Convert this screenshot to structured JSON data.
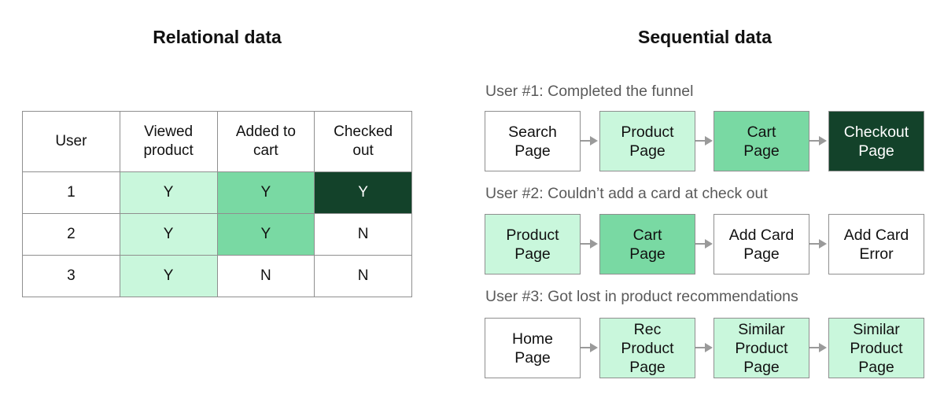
{
  "colors": {
    "light_green": "#c9f7dc",
    "mid_green": "#79d9a3",
    "dark_green": "#13422a",
    "white": "#ffffff",
    "border": "#8f8f8f",
    "label_gray": "#5a5a5a"
  },
  "relational": {
    "title": "Relational data",
    "headers": [
      "User",
      "Viewed\nproduct",
      "Added to\ncart",
      "Checked\nout"
    ],
    "rows": [
      {
        "cells": [
          "1",
          "Y",
          "Y",
          "Y"
        ],
        "fills": [
          "white",
          "light_green",
          "mid_green",
          "dark_green"
        ]
      },
      {
        "cells": [
          "2",
          "Y",
          "Y",
          "N"
        ],
        "fills": [
          "white",
          "light_green",
          "mid_green",
          "white"
        ]
      },
      {
        "cells": [
          "3",
          "Y",
          "N",
          "N"
        ],
        "fills": [
          "white",
          "light_green",
          "white",
          "white"
        ]
      }
    ]
  },
  "sequential": {
    "title": "Sequential data",
    "users": [
      {
        "label": "User #1: Completed the funnel",
        "steps": [
          {
            "text": "Search\nPage",
            "fill": "white"
          },
          {
            "text": "Product\nPage",
            "fill": "light_green"
          },
          {
            "text": "Cart\nPage",
            "fill": "mid_green"
          },
          {
            "text": "Checkout\nPage",
            "fill": "dark_green"
          }
        ]
      },
      {
        "label": "User #2: Couldn’t add a card at check out",
        "steps": [
          {
            "text": "Product\nPage",
            "fill": "light_green"
          },
          {
            "text": "Cart\nPage",
            "fill": "mid_green"
          },
          {
            "text": "Add Card\nPage",
            "fill": "white"
          },
          {
            "text": "Add Card\nError",
            "fill": "white"
          }
        ]
      },
      {
        "label": "User #3: Got lost in product recommendations",
        "steps": [
          {
            "text": "Home\nPage",
            "fill": "white"
          },
          {
            "text": "Rec\nProduct\nPage",
            "fill": "light_green"
          },
          {
            "text": "Similar\nProduct\nPage",
            "fill": "light_green"
          },
          {
            "text": "Similar\nProduct\nPage",
            "fill": "light_green"
          }
        ]
      }
    ]
  }
}
